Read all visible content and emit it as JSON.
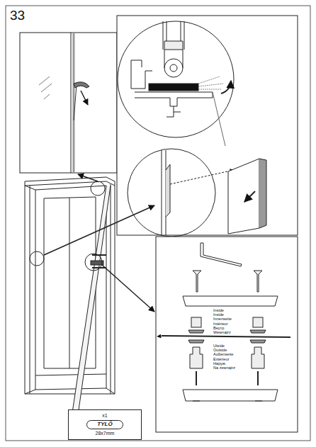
{
  "diagram": {
    "nodes": [
      {
        "text": [
          "x1",
          "TYLÖ",
          "28x7mm"
        ]
      }
    ],
    "labels": [
      "33",
      "Inside",
      "Inside",
      "Innenseite",
      "Intérieur",
      "Внутр",
      "Wewnątrz",
      "Utside",
      "Outside",
      "Außenseite",
      "Extérieur",
      "Наруж.",
      "Na zewnątrz"
    ]
  }
}
